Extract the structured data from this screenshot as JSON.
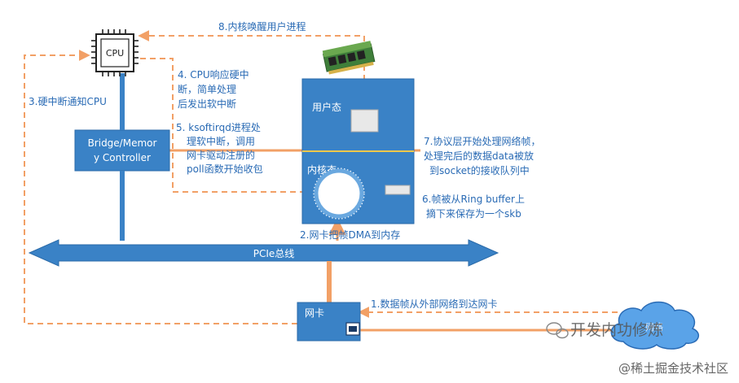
{
  "nodes": {
    "cpu": "CPU",
    "bridge_line1": "Bridge/Memor",
    "bridge_line2": "y Controller",
    "user_space": "用户态",
    "kernel_space": "内核态",
    "nic": "网卡",
    "bus": "PCIe总线",
    "network": "网络"
  },
  "steps": {
    "s1": "1.数据帧从外部网络到达网卡",
    "s2": "2.网卡把帧DMA到内存",
    "s3": "3.硬中断通知CPU",
    "s4_l1": "4. CPU响应硬中",
    "s4_l2": "断，简单处理",
    "s4_l3": "后发出软中断",
    "s5_l1": "5. ksoftirqd进程处",
    "s5_l2": "理软中断，调用",
    "s5_l3": "网卡驱动注册的",
    "s5_l4": "poll函数开始收包",
    "s6_l1": "6.帧被从Ring buffer上",
    "s6_l2": "摘下来保存为一个skb",
    "s7_l1": "7.协议层开始处理网络帧，",
    "s7_l2": "处理完后的数据data被放",
    "s7_l3": "到socket的接收队列中",
    "s8": "8.内核唤醒用户进程"
  },
  "watermarks": {
    "wechat": "开发内功修炼",
    "juejin": "@稀土掘金技术社区"
  },
  "colors": {
    "box": "#3a82c6",
    "box_stroke": "#2a6aa8",
    "arrow": "#f2a066",
    "label": "#2a6bb5",
    "ram": "#6aa84f"
  }
}
